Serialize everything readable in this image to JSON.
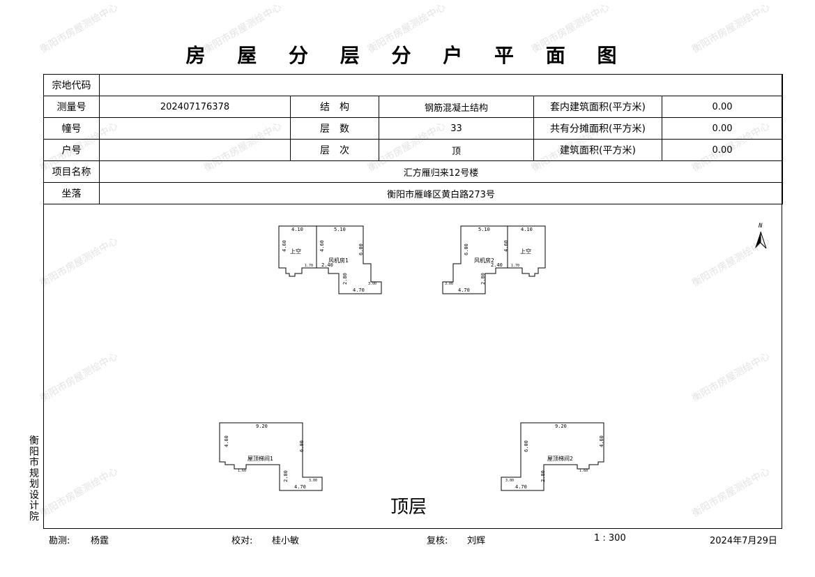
{
  "title": "房 屋 分 层 分 户 平 面 图",
  "watermark": "衡阳市房屋测绘中心",
  "fields": {
    "parcel_code_label": "宗地代码",
    "parcel_code_value": "",
    "survey_no_label": "测量号",
    "survey_no_value": "202407176378",
    "structure_label": "结　构",
    "structure_value": "钢筋混凝土结构",
    "inner_area_label": "套内建筑面积(平方米)",
    "inner_area_value": "0.00",
    "building_no_label": "幢号",
    "building_no_value": "",
    "floors_label": "层　数",
    "floors_value": "33",
    "shared_area_label": "共有分摊面积(平方米)",
    "shared_area_value": "0.00",
    "unit_no_label": "户号",
    "unit_no_value": "",
    "floor_label": "层　次",
    "floor_value": "顶",
    "building_area_label": "建筑面积(平方米)",
    "building_area_value": "0.00",
    "project_label": "项目名称",
    "project_value": "汇方雁归来12号楼",
    "location_label": "坐落",
    "location_value": "衡阳市雁峰区黄白路273号"
  },
  "plan": {
    "north": "N",
    "sheet_label": "顶层",
    "rooms": {
      "void_left": "上空",
      "fan_room_1": "风机房1",
      "fan_room_2": "风机房2",
      "void_right": "上空",
      "stair_room_1": "屋顶梯间1",
      "stair_room_2": "屋顶梯间2"
    },
    "dims": {
      "d410": "4.10",
      "d510": "5.10",
      "d460": "4.60",
      "d600": "6.00",
      "d280": "2.80",
      "d470": "4.70",
      "d300": "3.00",
      "d920": "9.20",
      "d240": "2.40",
      "d170": "1.70",
      "d160": "1.60"
    }
  },
  "side_text": [
    "衡",
    "阳",
    "市",
    "规",
    "划",
    "设",
    "计",
    "院"
  ],
  "footer": {
    "surveyor_label": "勘测:",
    "surveyor": "杨霆",
    "checker_label": "校对:",
    "checker": "桂小敏",
    "reviewer_label": "复核:",
    "reviewer": "刘辉",
    "scale": "1 : 300",
    "date": "2024年7月29日"
  }
}
